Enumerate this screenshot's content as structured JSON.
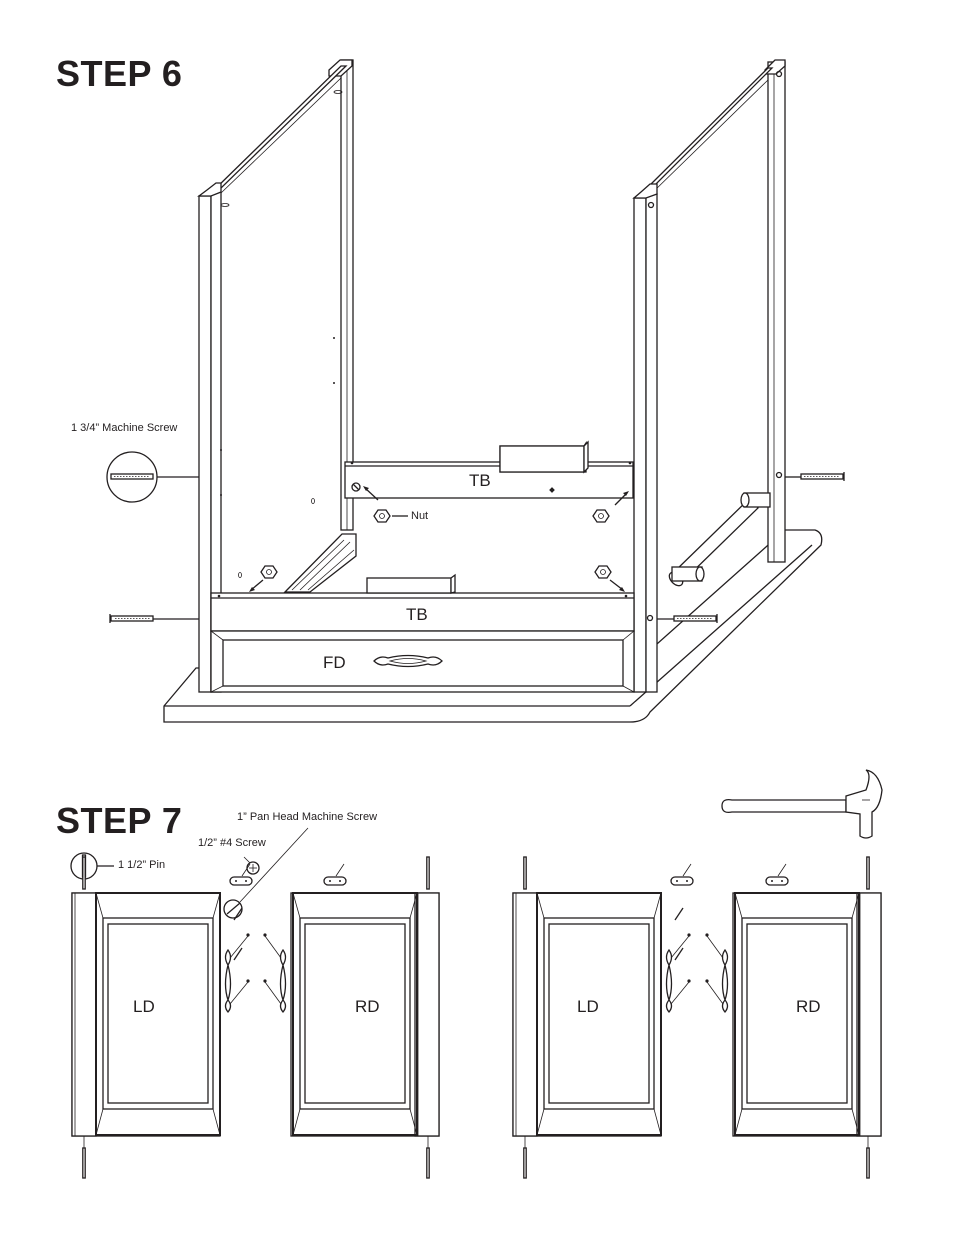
{
  "step6": {
    "title": "STEP 6",
    "callouts": {
      "machine_screw_134": "1 3/4” Machine Screw",
      "nut": "Nut"
    },
    "parts": {
      "top_back_rail": "TB",
      "front_rail": "TB",
      "front_drawer": "FD"
    }
  },
  "step7": {
    "title": "STEP 7",
    "callouts": {
      "pan_head_screw": "1” Pan Head Machine Screw",
      "screw_half_no4": "1/2” #4 Screw",
      "pin_112": "1 1/2” Pin"
    },
    "doors": [
      "LD",
      "RD",
      "LD",
      "RD"
    ]
  },
  "icons": [
    "hammer-icon",
    "machine-screw-icon",
    "nut-icon",
    "pin-icon",
    "handle-icon",
    "hinge-icon"
  ]
}
